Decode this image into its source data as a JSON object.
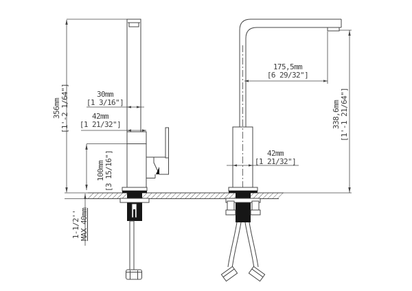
{
  "page": {
    "background": "#ffffff",
    "line_color": "#444444",
    "fill_black": "#161616",
    "text_color": "#3d3d3d"
  },
  "dimensions": {
    "front_height": {
      "metric": "356mm",
      "imperial": "[1'-2 1/64\"]"
    },
    "spout_width": {
      "metric": "30mm",
      "imperial": "[1 3/16\"]"
    },
    "front_body_width": {
      "metric": "42mm",
      "imperial": "[1 21/32\"]"
    },
    "base_to_counter": {
      "metric": "100mm",
      "imperial": "[3 15/16\"]"
    },
    "counter_hole": {
      "line1": "1-1/2''",
      "line2": "MAX 40mm"
    },
    "spout_reach": {
      "metric": "175,5mm",
      "imperial": "[6 29/32\"]"
    },
    "side_body_width": {
      "metric": "42mm",
      "imperial": "[1 21/32\"]"
    },
    "side_height": {
      "metric": "338,6mm",
      "imperial": "[1'-1 21/64\"]"
    }
  }
}
